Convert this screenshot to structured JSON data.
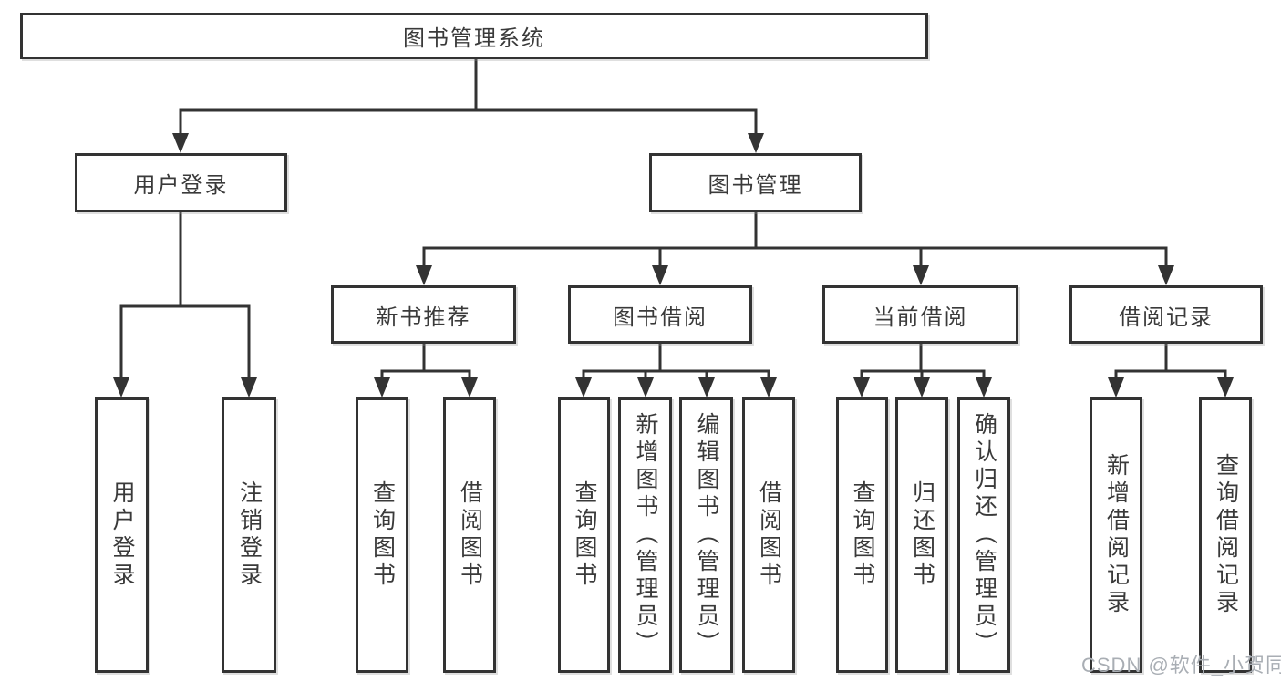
{
  "tree": {
    "root": {
      "label": "图书管理系统"
    },
    "branches": [
      {
        "label": "用户登录",
        "children": [
          {
            "label": "用户登录"
          },
          {
            "label": "注销登录"
          }
        ]
      },
      {
        "label": "图书管理",
        "children": [
          {
            "label": "新书推荐",
            "children": [
              {
                "label": "查询图书"
              },
              {
                "label": "借阅图书"
              }
            ]
          },
          {
            "label": "图书借阅",
            "children": [
              {
                "label": "查询图书"
              },
              {
                "label": "新增图书（管理员）"
              },
              {
                "label": "编辑图书（管理员）"
              },
              {
                "label": "借阅图书"
              }
            ]
          },
          {
            "label": "当前借阅",
            "children": [
              {
                "label": "查询图书"
              },
              {
                "label": "归还图书"
              },
              {
                "label": "确认归还（管理员）"
              }
            ]
          },
          {
            "label": "借阅记录",
            "children": [
              {
                "label": "新增借阅记录"
              },
              {
                "label": "查询借阅记录"
              }
            ]
          }
        ]
      }
    ]
  },
  "watermark": {
    "text": "CSDN @软件_小贺同学"
  },
  "colors": {
    "line": "#333333",
    "text": "#3a3a3a",
    "background": "#ffffff",
    "watermark": "#a9aeb4"
  }
}
